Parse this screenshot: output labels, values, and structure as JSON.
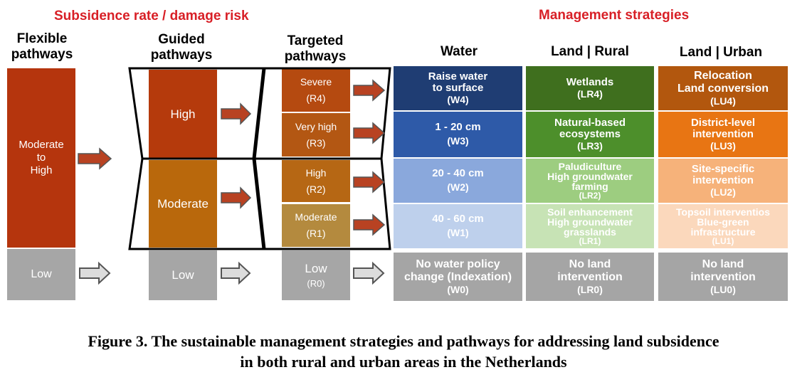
{
  "headers": {
    "subsidence": "Subsidence rate / damage risk",
    "management": "Management strategies"
  },
  "pathways": {
    "flexible": "Flexible\npathways",
    "guided": "Guided\npathways",
    "targeted": "Targeted\npathways"
  },
  "flexible_boxes": {
    "moderate_high": "Moderate\nto\nHigh",
    "low": "Low"
  },
  "guided_boxes": {
    "high": "High",
    "moderate": "Moderate",
    "low": "Low"
  },
  "targeted_boxes": {
    "severe": {
      "label": "Severe",
      "code": "(R4)"
    },
    "very_high": {
      "label": "Very high",
      "code": "(R3)"
    },
    "high": {
      "label": "High",
      "code": "(R2)"
    },
    "moderate": {
      "label": "Moderate",
      "code": "(R1)"
    },
    "low": {
      "label": "Low",
      "code": "(R0)"
    }
  },
  "strategy_columns": {
    "water": "Water",
    "rural": "Land | Rural",
    "urban": "Land | Urban"
  },
  "water": [
    {
      "text": "Raise water\nto surface",
      "code": "(W4)"
    },
    {
      "text": "1 - 20 cm",
      "code": "(W3)"
    },
    {
      "text": "20 - 40 cm",
      "code": "(W2)"
    },
    {
      "text": "40 - 60 cm",
      "code": "(W1)"
    },
    {
      "text": "No water policy\nchange (Indexation)",
      "code": "(W0)"
    }
  ],
  "rural": [
    {
      "text": "Wetlands",
      "code": "(LR4)"
    },
    {
      "text": "Natural-based\necosystems",
      "code": "(LR3)"
    },
    {
      "text": "Paludiculture\nHigh groundwater\nfarming",
      "code": "(LR2)"
    },
    {
      "text": "Soil enhancement\nHigh groundwater\ngrasslands",
      "code": "(LR1)"
    },
    {
      "text": "No land\nintervention",
      "code": "(LR0)"
    }
  ],
  "urban": [
    {
      "text": "Relocation\nLand conversion",
      "code": "(LU4)"
    },
    {
      "text": "District-level\nintervention",
      "code": "(LU3)"
    },
    {
      "text": "Site-specific\nintervention",
      "code": "(LU2)"
    },
    {
      "text": "Topsoil interventios\nBlue-green\ninfrastructure",
      "code": "(LU1)"
    },
    {
      "text": "No land\nintervention",
      "code": "(LU0)"
    }
  ],
  "caption": {
    "line1": "Figure 3. The sustainable management strategies and pathways for addressing land subsidence",
    "line2": "in both rural and urban areas in the Netherlands"
  },
  "colors": {
    "flex_red": "#b5350d",
    "guided_high": "#b53a0c",
    "guided_mod": "#b9680c",
    "r4": "#b54a10",
    "r3": "#b35713",
    "r2": "#b66714",
    "r1": "#b48a3e",
    "gray": "#a6a6a6",
    "arrow_fill": "#b84222",
    "w4": "#1f3d73",
    "w3": "#2e5aa8",
    "w2": "#8aa8dc",
    "w1": "#bed0ec",
    "w0": "#a5a5a5",
    "lr4": "#3f6f1e",
    "lr3": "#4d8f2b",
    "lr2": "#9dcd80",
    "lr1": "#c7e3b5",
    "lu4": "#b2570e",
    "lu3": "#e87513",
    "lu2": "#f6b27a",
    "lu1": "#fbd8bc"
  }
}
